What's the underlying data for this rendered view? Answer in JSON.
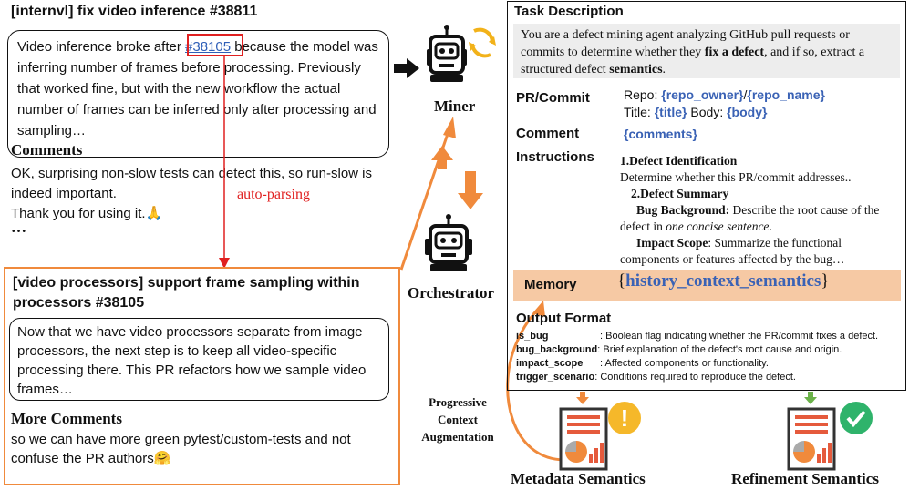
{
  "left": {
    "pr_title": "[internvl] fix video inference #38811",
    "pr_body_pre": "Video inference broke after ",
    "pr_body_ref": "#38105",
    "pr_body_post": " because the model was inferring number of frames before processing. Previously that worked fine, but with the new workflow the actual number of frames can be inferred only after processing and sampling…",
    "comments_heading": "Comments",
    "comments_text_1": "OK, surprising non-slow tests can detect this, so run-slow is indeed important.",
    "comments_text_2": "Thank you for using it.",
    "comments_emoji": "🙏",
    "ellipsis": "…",
    "auto_parsing": "auto-parsing",
    "linked_title": "[video processors] support frame sampling within processors #38105",
    "linked_body": "Now that we have video processors separate from image processors, the next step is to keep all video-specific processing there. This PR refactors how we sample video frames…",
    "more_heading": "More Comments",
    "more_text": "so we can have more green pytest/custom-tests and not confuse the PR authors",
    "more_emoji": "🤗"
  },
  "agents": {
    "miner": "Miner",
    "orchestrator": "Orchestrator",
    "pca": [
      "Progressive",
      "Context",
      "Augmentation"
    ]
  },
  "task": {
    "heading": "Task Description",
    "desc_pre": "You are a defect mining agent analyzing GitHub pull requests or commits to determine whether they ",
    "desc_b1": "fix a defect",
    "desc_mid": ", and if so, extract a structured defect ",
    "desc_b2": "semantics",
    "desc_end": ".",
    "pr_label": "PR/Commit",
    "repo_label": "Repo: ",
    "repo_owner": "{repo_owner}",
    "slash": "/",
    "repo_name": "{repo_name}",
    "title_label": "Title: ",
    "title_ph": "{title}",
    "body_label": "  Body: ",
    "body_ph": "{body}",
    "comment_label": "Comment",
    "comment_ph": "{comments}",
    "instr_label": "Instructions",
    "i1_title": "1.Defect Identification",
    "i1_text": "Determine whether this PR/commit addresses..",
    "i2_title": "2.Defect Summary",
    "bug_bg_label": "Bug Background:",
    "bug_bg_pre": " Describe the root cause of the defect in ",
    "bug_bg_em": "one concise sentence",
    "bug_bg_end": ".",
    "impact_label": "Impact Scope",
    "impact_text": ": Summarize the functional components or features affected by the bug…",
    "memory_label": "Memory",
    "memory_open": "{",
    "memory_ph": "history_context_semantics",
    "memory_close": "}",
    "output_heading": "Output Format",
    "output_rows": [
      {
        "key": "is_bug",
        "desc": "Boolean flag indicating whether the PR/commit fixes a defect."
      },
      {
        "key": "bug_background",
        "desc": "Brief explanation of the defect's root cause and origin."
      },
      {
        "key": "impact_scope",
        "desc": "Affected components or functionality."
      },
      {
        "key": "trigger_scenario",
        "desc": "Conditions required to reproduce the defect."
      }
    ]
  },
  "bottom": {
    "metadata": "Metadata Semantics",
    "refinement": "Refinement Semantics",
    "alert_mark": "!"
  },
  "colors": {
    "orange": "#f08a3c",
    "red": "#e02020",
    "blue": "#3a62b5",
    "green": "#2fb36b",
    "memory_bg": "#f6c9a4"
  },
  "icons": [
    "robot-icon",
    "refresh-icon",
    "document-chart-icon",
    "warning-icon",
    "checkmark-icon"
  ]
}
